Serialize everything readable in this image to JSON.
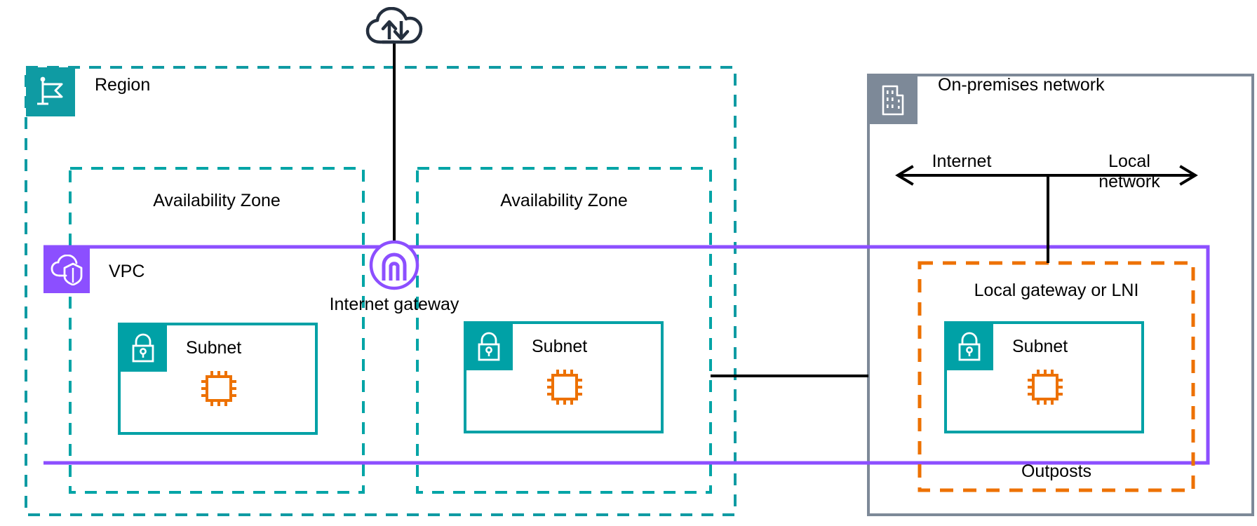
{
  "diagram": {
    "title": "AWS Outposts rack connectivity",
    "type": "architecture-diagram"
  },
  "colors": {
    "region_border": "#0f9ba3",
    "az_border": "#00a4a6",
    "vpc_purple": "#8c4fff",
    "subnet_teal": "#00a1a6",
    "onprem_gray": "#7d8998",
    "outposts_orange": "#ed7100",
    "instance_orange": "#ed7100",
    "internet_navy": "#242f3e",
    "connector_black": "#000000",
    "text": "#000000",
    "background": "#ffffff"
  },
  "internet": {
    "icon": "cloud-upload-download-icon",
    "label": ""
  },
  "region": {
    "label": "Region",
    "icon": "region-flag-icon"
  },
  "availability_zones": [
    {
      "label": "Availability Zone"
    },
    {
      "label": "Availability Zone"
    }
  ],
  "vpc": {
    "label": "VPC",
    "icon": "vpc-cloud-shield-icon"
  },
  "internet_gateway": {
    "label": "Internet gateway",
    "icon": "internet-gateway-arch-icon"
  },
  "subnets": [
    {
      "label": "Subnet",
      "icon": "subnet-padlock-icon",
      "instance_icon": "ec2-instance-chip-icon"
    },
    {
      "label": "Subnet",
      "icon": "subnet-padlock-icon",
      "instance_icon": "ec2-instance-chip-icon"
    },
    {
      "label": "Subnet",
      "icon": "subnet-padlock-icon",
      "instance_icon": "ec2-instance-chip-icon"
    }
  ],
  "on_premises": {
    "label": "On-premises network",
    "icon": "on-premises-building-icon",
    "traffic_arrow": {
      "left_label": "Internet",
      "right_label": "Local\nnetwork",
      "left_arrowhead": true,
      "right_arrowhead": true
    }
  },
  "outposts": {
    "label": "Outposts",
    "local_gateway_label": "Local gateway or LNI"
  }
}
